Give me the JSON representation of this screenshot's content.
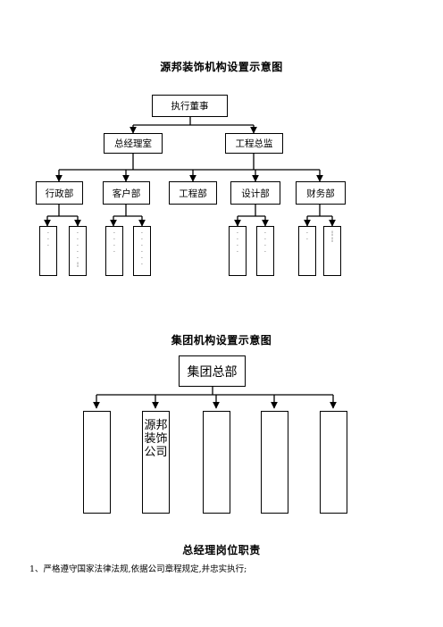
{
  "chart1": {
    "title": "源邦装饰机构设置示意图",
    "top": "执行董事",
    "level2": [
      "总经理室",
      "工程总监"
    ],
    "departments": [
      "行政部",
      "客户部",
      "工程部",
      "设计部",
      "财务部"
    ],
    "sub_marks": [
      "·\n·\n·",
      "·\n·\n·\n·\n·\n¦",
      "·\n·\n·\n·",
      "·\n·\n·\n·\n·\n·",
      "·\n·\n·\n·",
      "·\n·\n·\n·",
      "·\n·",
      "¦\n¦"
    ]
  },
  "chart2": {
    "title": "集团机构设置示意图",
    "top": "集团总部",
    "subsidiaries": [
      "",
      "源邦装饰公司",
      "",
      "",
      ""
    ]
  },
  "section": {
    "title": "总经理岗位职责",
    "items": [
      "1、严格遵守国家法律法规,依据公司章程规定,并忠实执行;"
    ]
  }
}
